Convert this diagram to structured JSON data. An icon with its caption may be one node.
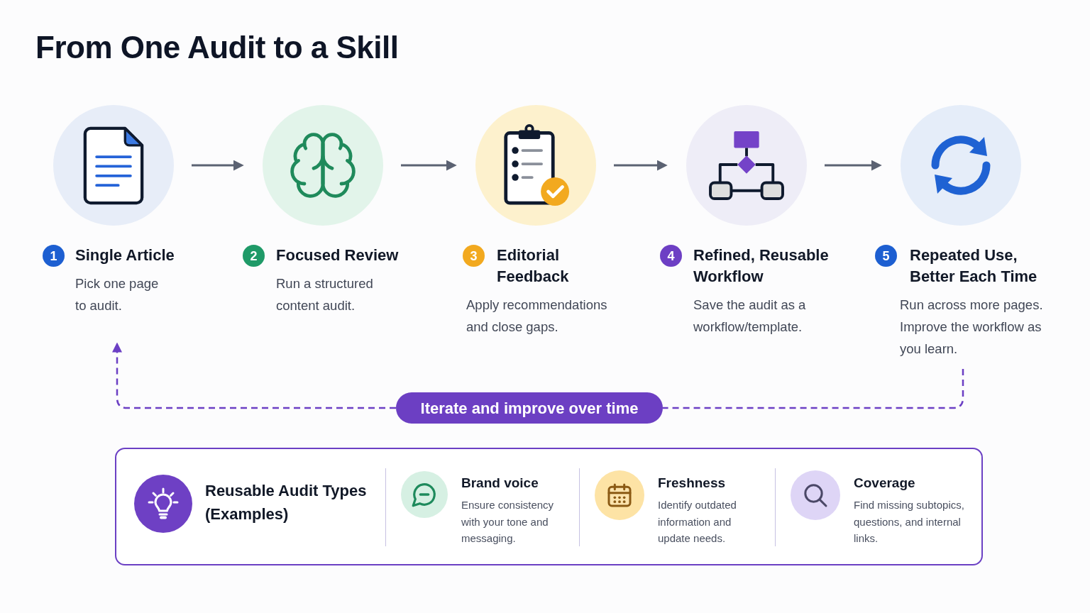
{
  "diagram": {
    "title": "From One Audit to a Skill",
    "nodes": [
      {
        "text": [],
        "shape": "circle"
      },
      {
        "text": [
          "1",
          "Single Article",
          "Pick one page to audit."
        ]
      },
      {
        "text": [],
        "shape": "circle"
      },
      {
        "text": [
          "2",
          "Focused Review",
          "Run a structured content audit."
        ]
      },
      {
        "text": [],
        "shape": "circle"
      },
      {
        "text": [
          "3",
          "Editorial Feedback",
          "Apply recommendations and close gaps."
        ]
      },
      {
        "text": [],
        "shape": "circle"
      },
      {
        "text": [
          "4",
          "Refined, Reusable Workflow",
          "Save the audit as a workflow/template."
        ]
      },
      {
        "text": [],
        "shape": "circle"
      },
      {
        "text": [
          "5",
          "Repeated Use, Better Each Time",
          "Run across more pages. Improve the workflow as you learn."
        ]
      },
      {
        "text": [
          "Iterate and improve over time"
        ]
      },
      {
        "text": [
          "Reusable Audit Types (Examples)"
        ]
      },
      {
        "text": [
          "Brand voice",
          "Ensure consistency with your tone and messaging."
        ],
        "in": 11
      },
      {
        "text": [
          "Freshness",
          "Identify outdated information and update needs."
        ],
        "in": 11
      },
      {
        "text": [
          "Coverage",
          "Find missing subtopics, questions, and internal links."
        ],
        "in": 11
      }
    ],
    "edges": [
      {
        "from": 0,
        "to": 2,
        "arrow": "to"
      },
      {
        "from": 2,
        "to": 4,
        "arrow": "to"
      },
      {
        "from": 4,
        "to": 6,
        "arrow": "to"
      },
      {
        "from": 6,
        "to": 8,
        "arrow": "to"
      },
      {
        "from": 9,
        "to": 10,
        "arrow": "none",
        "style": "dashed",
        "color": "#6b3fc4"
      },
      {
        "from": 10,
        "to": 1,
        "arrow": "to",
        "style": "dashed",
        "color": "#6b3fc4"
      }
    ]
  }
}
